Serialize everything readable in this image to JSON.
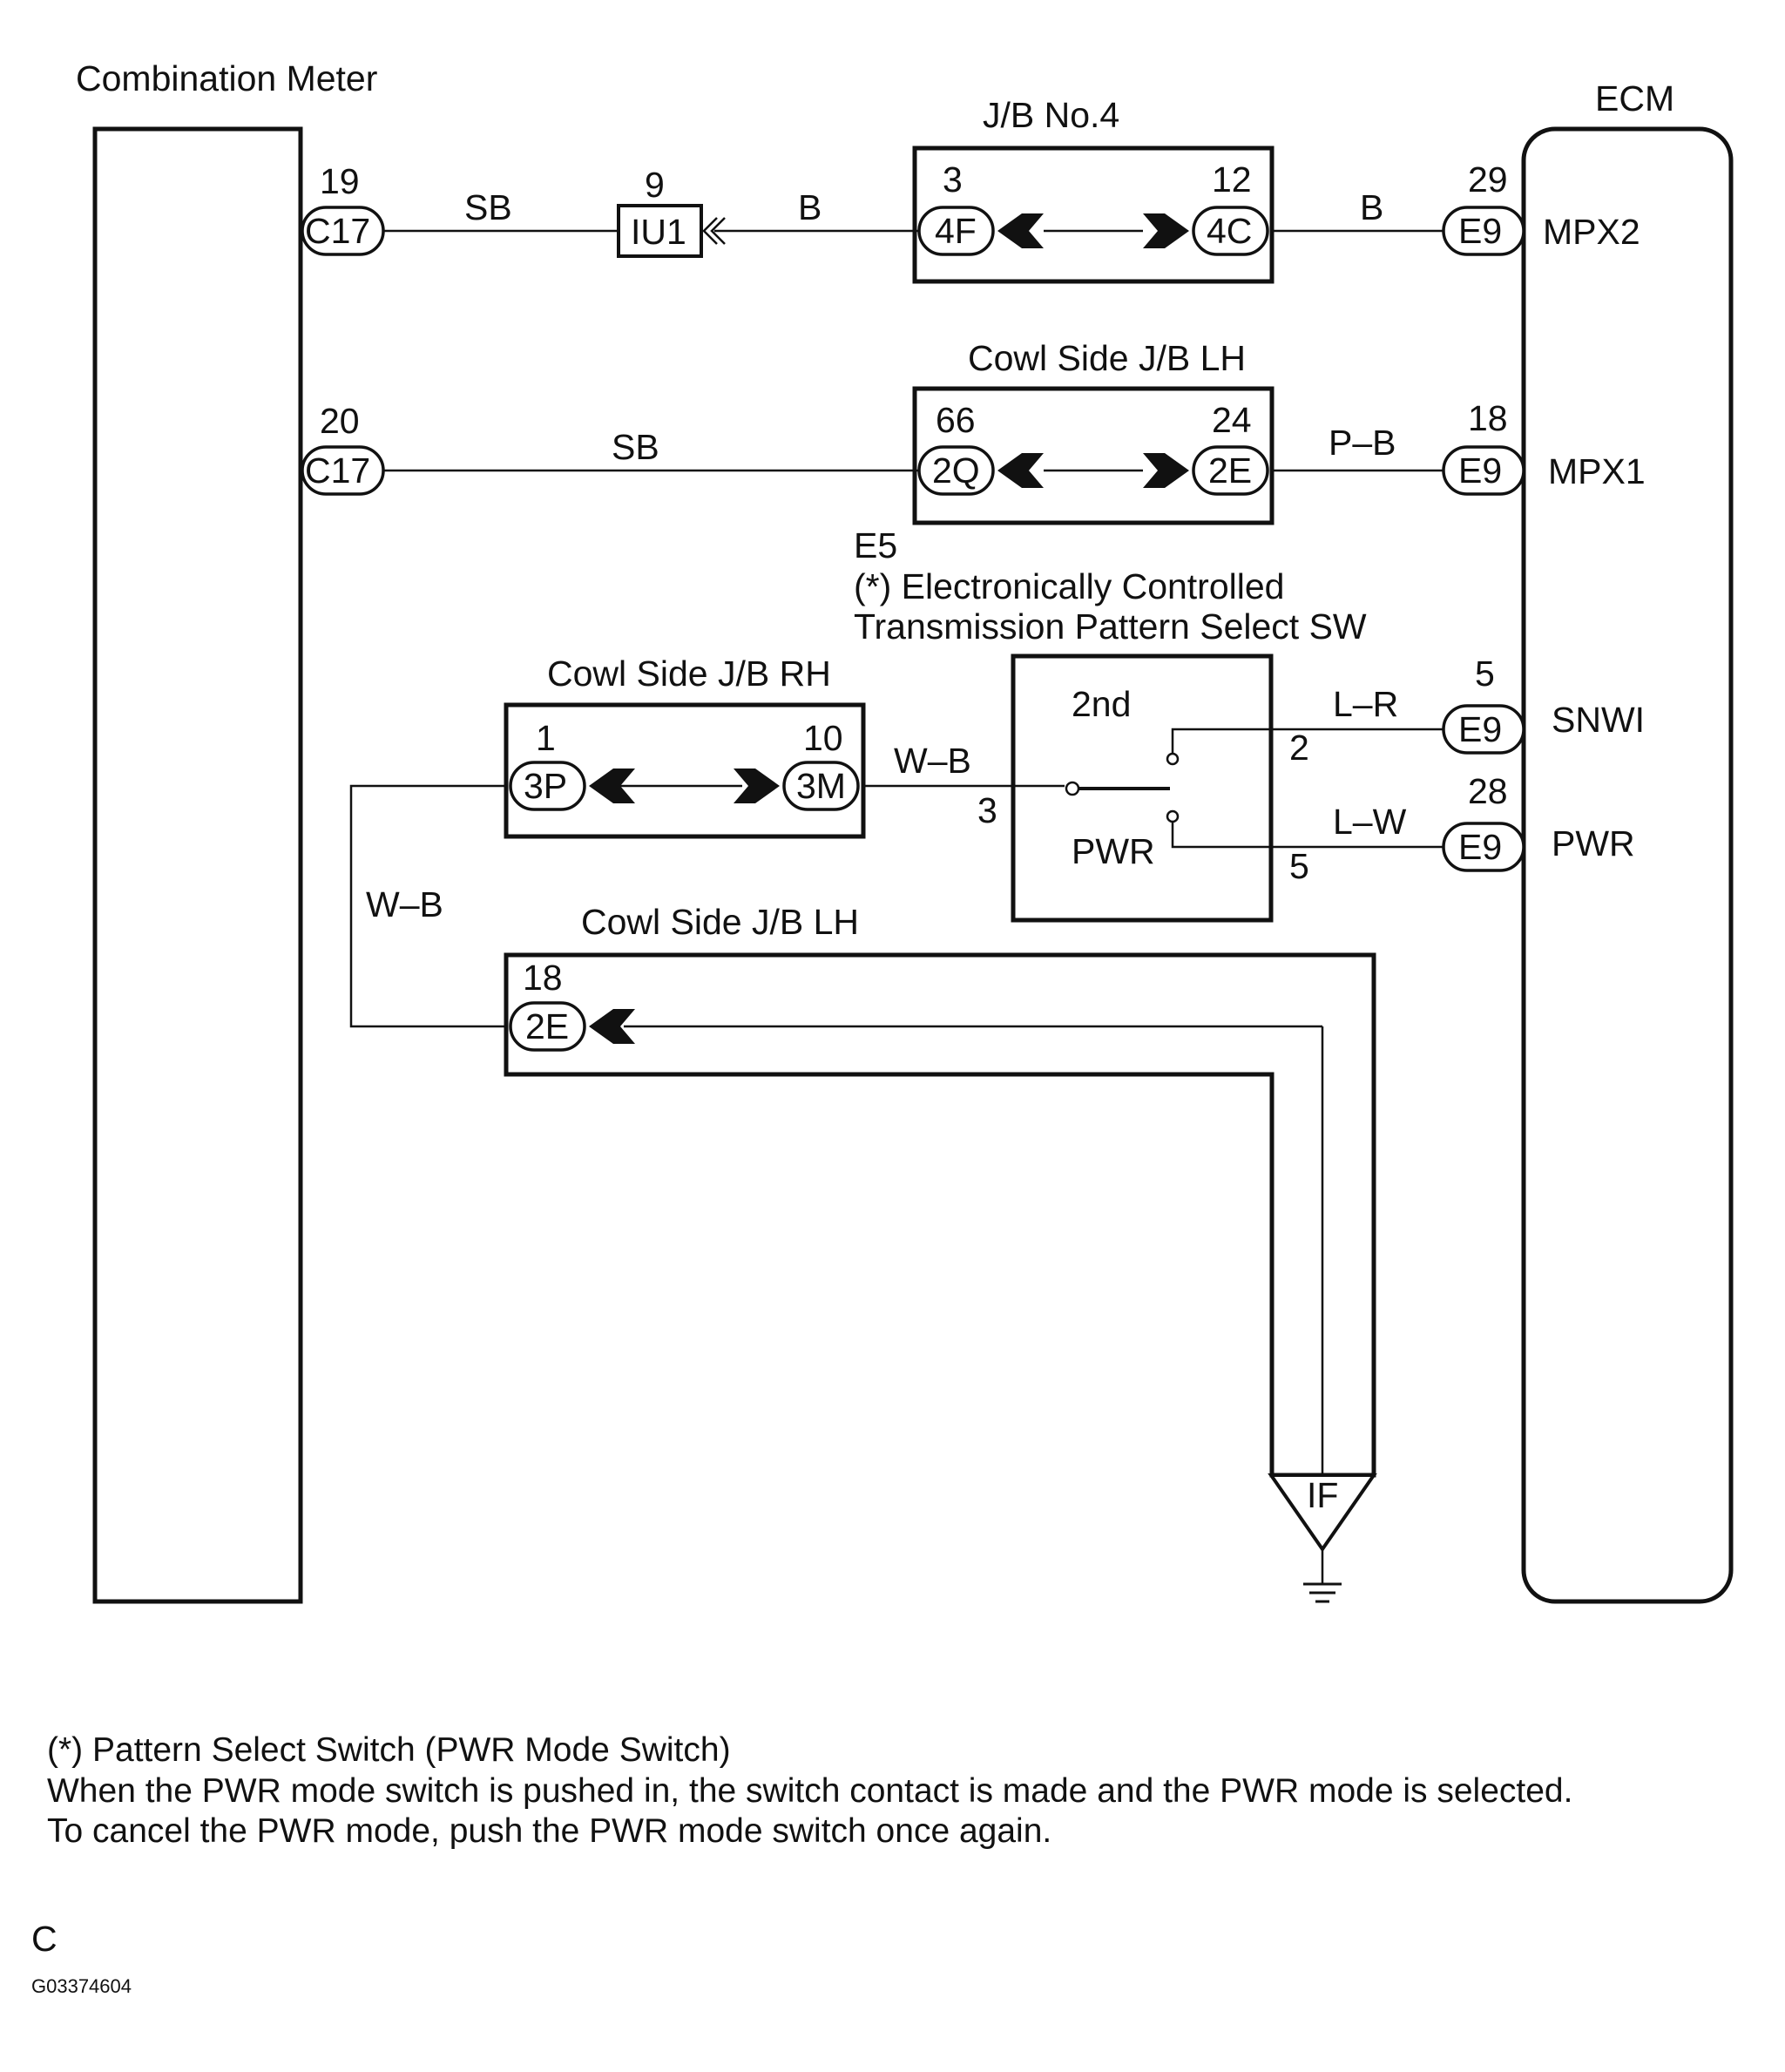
{
  "components": {
    "combination_meter": "Combination Meter",
    "ecm": "ECM",
    "jb_no4": "J/B No.4",
    "cowl_lh_top": "Cowl Side J/B LH",
    "cowl_rh": "Cowl Side J/B RH",
    "cowl_lh_bottom": "Cowl Side J/B LH",
    "switch_code": "E5",
    "switch_line1": "(*) Electronically Controlled",
    "switch_line2": "Transmission Pattern Select SW",
    "switch_2nd": "2nd",
    "switch_pwr": "PWR",
    "junction_iu1": "IU1",
    "ground_if": "IF"
  },
  "pins": {
    "c17_19": "19",
    "c17_20": "20",
    "iu1_9": "9",
    "jb4_3": "3",
    "jb4_12": "12",
    "cowl_lh_66": "66",
    "cowl_lh_24": "24",
    "cowl_rh_1": "1",
    "cowl_rh_10": "10",
    "cowl_lh_18": "18",
    "e9_29": "29",
    "e9_18": "18",
    "e9_5": "5",
    "e9_28": "28",
    "sw_2": "2",
    "sw_3": "3",
    "sw_5": "5"
  },
  "connectors": {
    "c17_a": "C17",
    "c17_b": "C17",
    "jb4_4f": "4F",
    "jb4_4c": "4C",
    "cowl_2q": "2Q",
    "cowl_2e": "2E",
    "rh_3p": "3P",
    "rh_3m": "3M",
    "lh_2e": "2E",
    "e9_a": "E9",
    "e9_b": "E9",
    "e9_c": "E9",
    "e9_d": "E9"
  },
  "wires": {
    "sb_1": "SB",
    "b_1": "B",
    "b_2": "B",
    "sb_2": "SB",
    "pb": "P–B",
    "wb_1": "W–B",
    "wb_2": "W–B",
    "lr": "L–R",
    "lw": "L–W"
  },
  "ecm_terminals": {
    "mpx2": "MPX2",
    "mpx1": "MPX1",
    "snwi": "SNWI",
    "pwr": "PWR"
  },
  "footnote": {
    "line1": "(*) Pattern Select Switch (PWR Mode Switch)",
    "line2": "When the PWR mode switch is pushed in, the switch contact is made and the PWR mode is selected.",
    "line3": "To cancel the PWR mode, push the PWR mode switch once again."
  },
  "corner_letter": "C",
  "figure_code": "G03374604"
}
